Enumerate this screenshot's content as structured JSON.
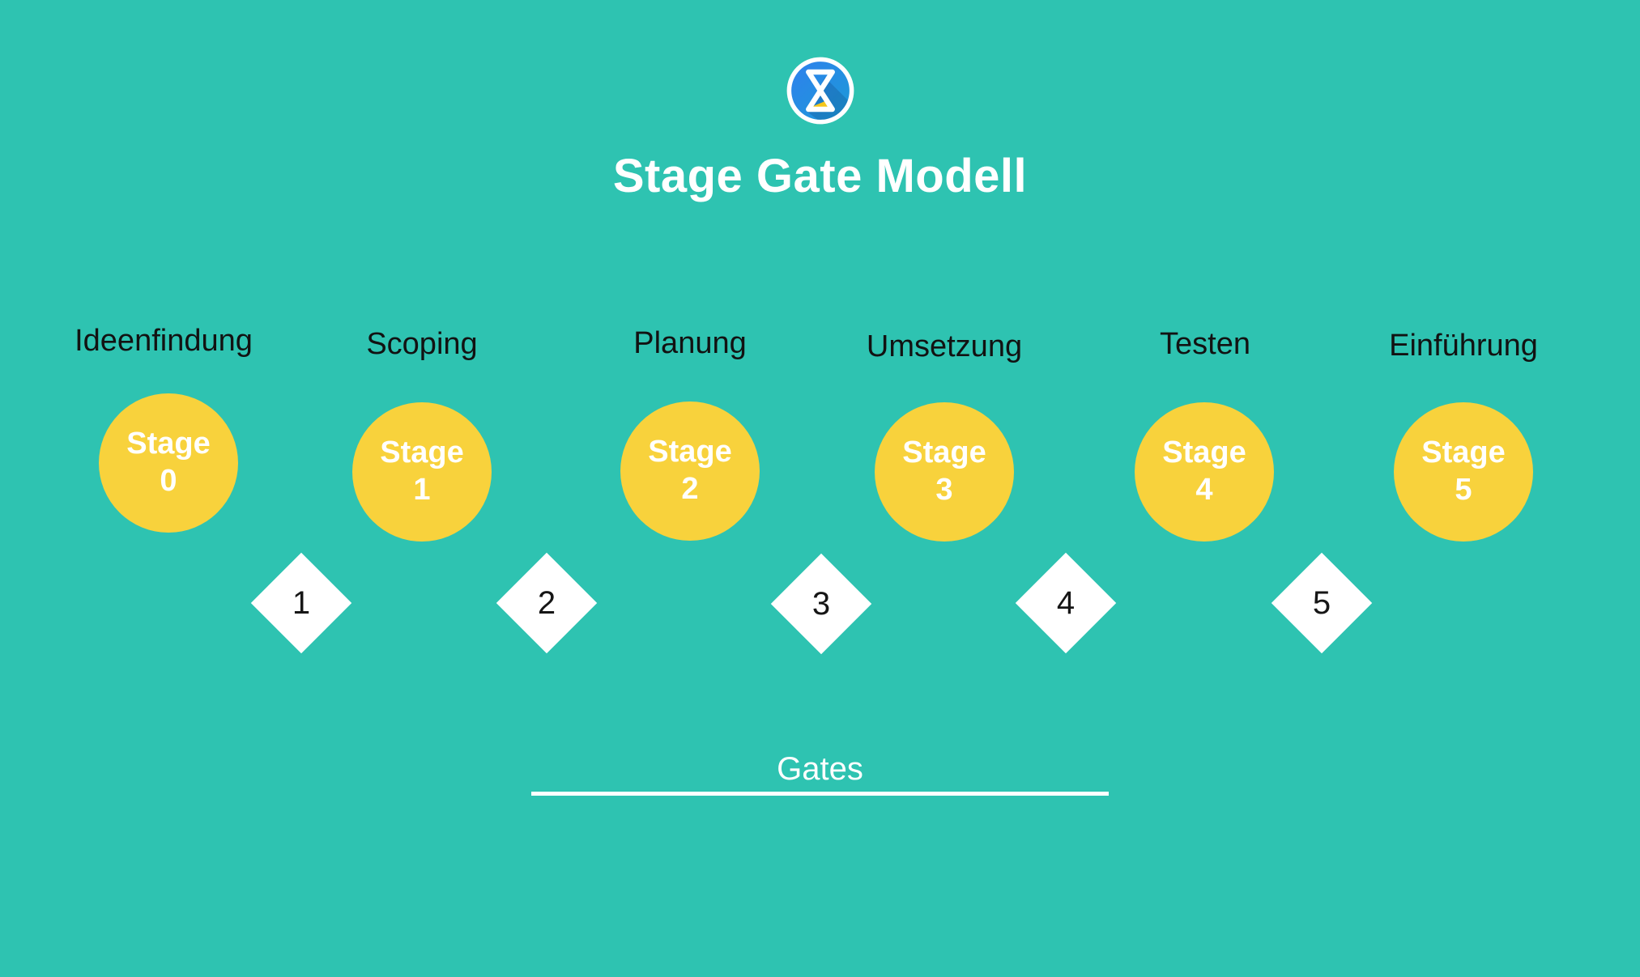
{
  "title": "Stage Gate Modell",
  "stages": [
    {
      "label": "Ideenfindung",
      "stage_word": "Stage",
      "stage_number": "0"
    },
    {
      "label": "Scoping",
      "stage_word": "Stage",
      "stage_number": "1"
    },
    {
      "label": "Planung",
      "stage_word": "Stage",
      "stage_number": "2"
    },
    {
      "label": "Umsetzung",
      "stage_word": "Stage",
      "stage_number": "3"
    },
    {
      "label": "Testen",
      "stage_word": "Stage",
      "stage_number": "4"
    },
    {
      "label": "Einführung",
      "stage_word": "Stage",
      "stage_number": "5"
    }
  ],
  "gates": {
    "numbers": [
      "1",
      "2",
      "3",
      "4",
      "5"
    ],
    "section_label": "Gates"
  },
  "icons": {
    "logo": "hourglass-icon"
  },
  "colors": {
    "background": "#2EC3B1",
    "stage_circle": "#F8D23C",
    "gate_diamond": "#FFFFFF",
    "title_text": "#FFFFFF",
    "label_text": "#121212",
    "circle_text": "#FFFFFF",
    "logo_blue_top": "#2F80ED",
    "logo_blue_bottom": "#1B9BD7",
    "logo_ring": "#FFFFFF",
    "logo_sand": "#F5C71A"
  }
}
